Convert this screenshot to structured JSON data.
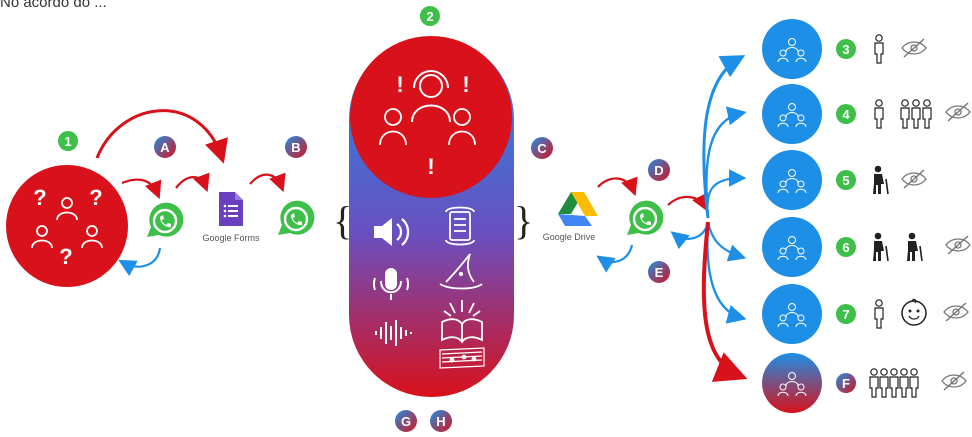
{
  "caption": "No acordo do ...",
  "colors": {
    "red": "#d8111b",
    "blue": "#1e8fe6",
    "green": "#3dbf4a",
    "whatsapp": "#3dbf4a"
  },
  "apps": {
    "forms_label": "Google Forms",
    "drive_label": "Google Drive"
  },
  "steps": {
    "s1": "1",
    "s2": "2",
    "s3": "3",
    "s4": "4",
    "s5": "5",
    "s6": "6",
    "s7": "7"
  },
  "letters": {
    "A": "A",
    "B": "B",
    "C": "C",
    "D": "D",
    "E": "E",
    "F": "F",
    "G": "G",
    "H": "H"
  },
  "braces": {
    "open": "{",
    "close": "}"
  },
  "marks": {
    "question": "?",
    "exclaim": "!"
  },
  "icons": [
    "question-group-icon",
    "support-agents-icon",
    "whatsapp-icon",
    "google-forms-icon",
    "google-drive-icon",
    "speaker-icon",
    "microphone-icon",
    "soundwave-icon",
    "scroll-icon",
    "wizard-hat-icon",
    "magic-book-icon",
    "music-sheet-icon",
    "person-icon",
    "eye-slash-icon",
    "elderly-icon",
    "baby-icon"
  ]
}
